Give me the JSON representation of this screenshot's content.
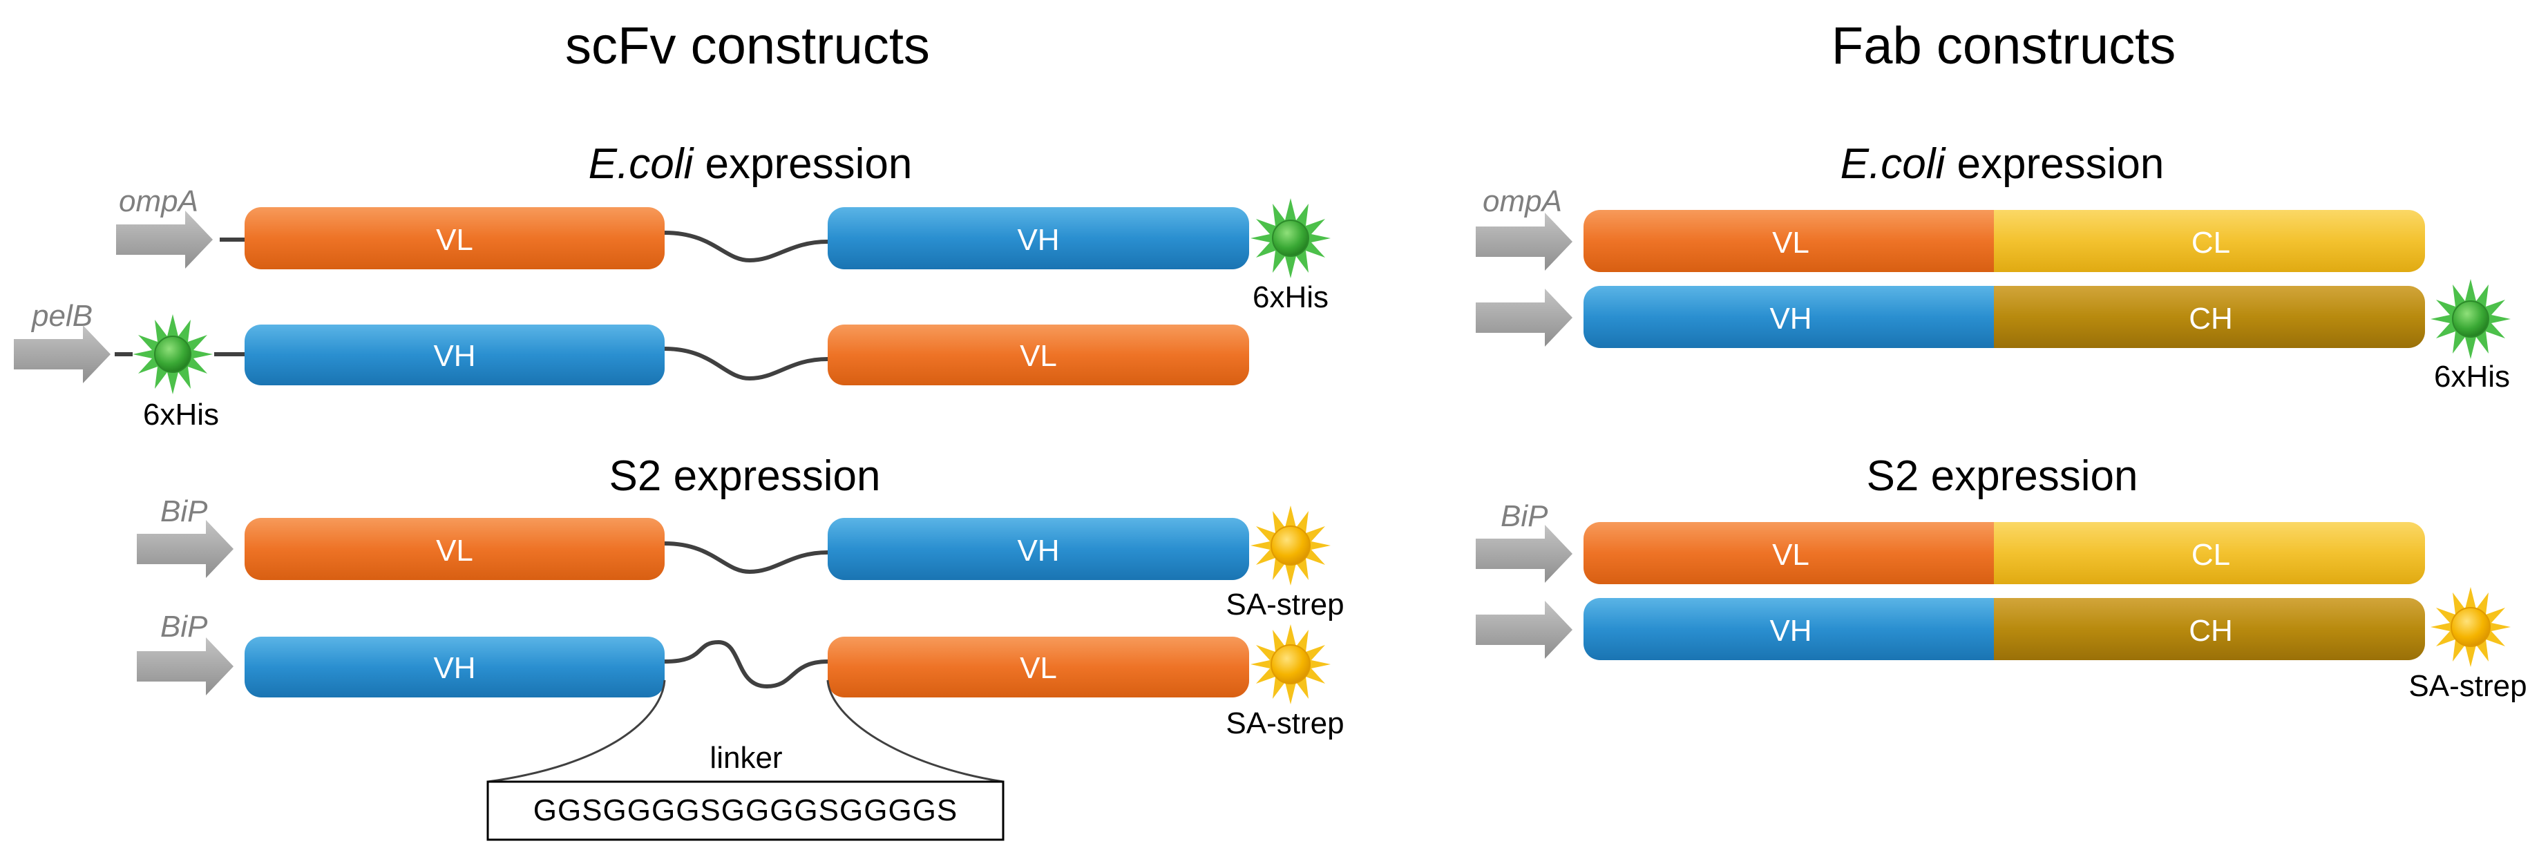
{
  "scfv": {
    "title": "scFv constructs",
    "ecoli_heading": {
      "italic": "E.coli",
      "rest": " expression"
    },
    "s2_heading": "S2 expression",
    "row1": {
      "promoter": "ompA",
      "domain_a": "VL",
      "domain_b": "VH",
      "tag": "6xHis"
    },
    "row2": {
      "promoter": "pelB",
      "domain_a": "VH",
      "domain_b": "VL",
      "tag": "6xHis"
    },
    "row3": {
      "promoter": "BiP",
      "domain_a": "VL",
      "domain_b": "VH",
      "tag": "SA-strep"
    },
    "row4": {
      "promoter": "BiP",
      "domain_a": "VH",
      "domain_b": "VL",
      "tag": "SA-strep"
    },
    "linker_label": "linker",
    "linker_sequence": "GGSGGGGSGGGGSGGGGS"
  },
  "fab": {
    "title": "Fab constructs",
    "ecoli_heading": {
      "italic": "E.coli",
      "rest": " expression"
    },
    "s2_heading": "S2 expression",
    "ecoli_light": {
      "promoter": "ompA",
      "domain_a": "VL",
      "domain_b": "CL"
    },
    "ecoli_heavy": {
      "domain_a": "VH",
      "domain_b": "CH",
      "tag": "6xHis"
    },
    "s2_light": {
      "promoter": "BiP",
      "domain_a": "VL",
      "domain_b": "CL"
    },
    "s2_heavy": {
      "domain_a": "VH",
      "domain_b": "CH",
      "tag": "SA-strep"
    }
  },
  "colors": {
    "vl_orange": "#ee7326",
    "vh_blue": "#2a8fd0",
    "cl_yellow": "#f3c22f",
    "ch_brown": "#b88a0e",
    "promoter_gray": "#a6a6a6",
    "his_tag_green": "#3aa935",
    "strep_tag_yellow": "#f5b400"
  },
  "icons": {
    "promoter": "gray-arrow-icon",
    "his_tag": "green-starburst-icon",
    "strep_tag": "yellow-sun-icon"
  }
}
